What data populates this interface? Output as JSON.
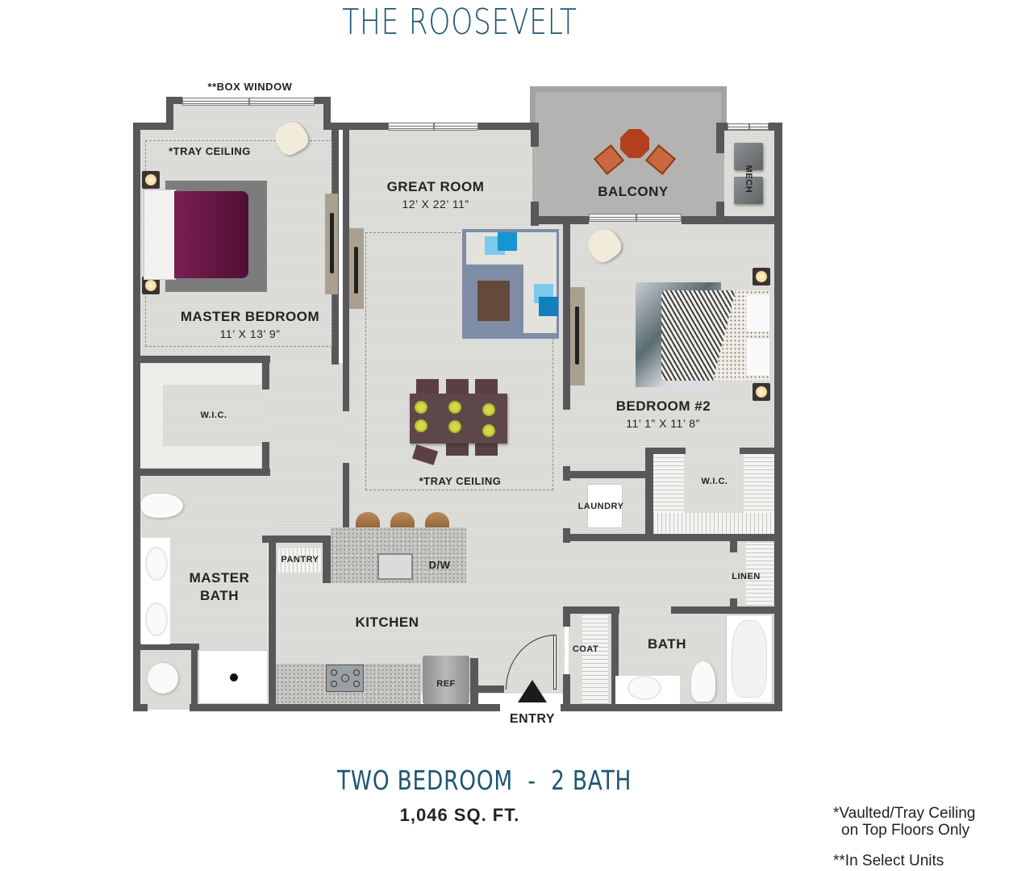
{
  "header": {
    "title": "THE ROOSEVELT"
  },
  "floorplan": {
    "rooms": {
      "great_room": {
        "name": "GREAT ROOM",
        "dimensions": "12’ X 22’ 11”"
      },
      "balcony": {
        "name": "BALCONY"
      },
      "mech": {
        "name": "MECH"
      },
      "master_bedroom": {
        "name": "MASTER BEDROOM",
        "dimensions": "11’ X 13’ 9”"
      },
      "bedroom_2": {
        "name": "BEDROOM #2",
        "dimensions": "11’ 1” X 11’ 8”"
      },
      "master_wic": {
        "name": "W.I.C."
      },
      "bedroom2_wic": {
        "name": "W.I.C."
      },
      "laundry": {
        "name": "LAUNDRY"
      },
      "linen": {
        "name": "LINEN"
      },
      "master_bath": {
        "name_line1": "MASTER",
        "name_line2": "BATH"
      },
      "pantry": {
        "name": "PANTRY"
      },
      "kitchen": {
        "name": "KITCHEN"
      },
      "coat": {
        "name": "COAT"
      },
      "bath": {
        "name": "BATH"
      }
    },
    "annotations": {
      "box_window": "**BOX WINDOW",
      "tray_ceiling_master": "*TRAY CEILING",
      "tray_ceiling_great": "*TRAY CEILING",
      "dishwasher": "D/W",
      "refrigerator": "REF",
      "entry": "ENTRY"
    },
    "colors": {
      "title": "#1d5672",
      "walls": "#58585a",
      "floor": "#d9d9d6",
      "balcony": "#b4b3b1",
      "master_bed": "#6e1a48"
    }
  },
  "footer": {
    "unit_type": "TWO BEDROOM  -  2 BATH",
    "square_feet": "1,046 SQ. FT.",
    "note_1_line1": "*Vaulted/Tray Ceiling",
    "note_1_line2": "on Top Floors Only",
    "note_2": "**In Select Units"
  }
}
